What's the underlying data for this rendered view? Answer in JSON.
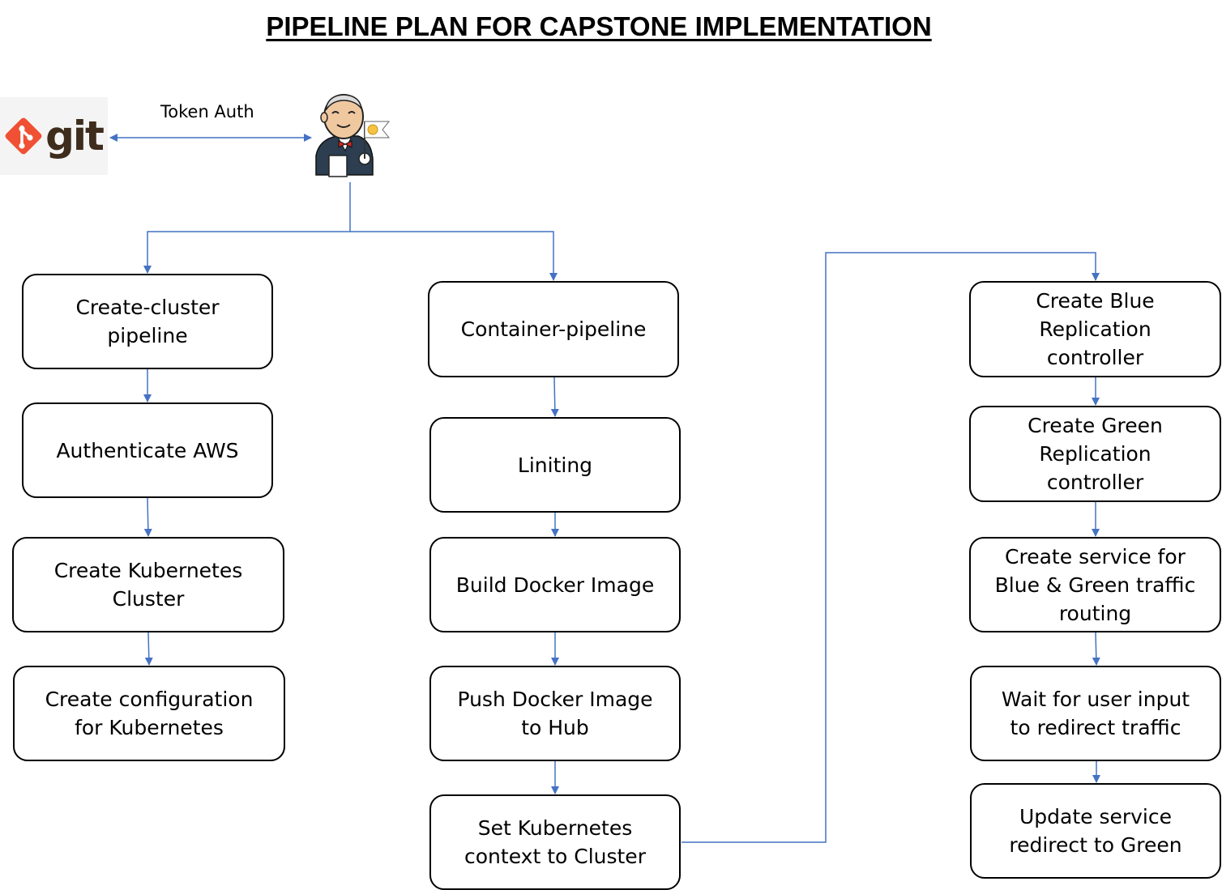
{
  "title": "PIPELINE PLAN FOR CAPSTONE IMPLEMENTATION",
  "git": {
    "logo_text": "git",
    "icon": "git-logo-icon"
  },
  "jenkins": {
    "icon": "jenkins-butler-icon"
  },
  "auth_label": "Token Auth",
  "colors": {
    "connector": "#4472c4",
    "box_border": "#000000",
    "git_orange": "#f05033"
  },
  "columns": {
    "cluster": [
      {
        "id": "create-cluster",
        "label": "Create-cluster\npipeline"
      },
      {
        "id": "authenticate-aws",
        "label": "Authenticate AWS"
      },
      {
        "id": "create-k8s-cluster",
        "label": "Create Kubernetes\nCluster"
      },
      {
        "id": "create-k8s-config",
        "label": "Create configuration\nfor Kubernetes"
      }
    ],
    "container": [
      {
        "id": "container-pipeline",
        "label": "Container-pipeline"
      },
      {
        "id": "liniting",
        "label": "Liniting"
      },
      {
        "id": "build-docker-image",
        "label": "Build Docker Image"
      },
      {
        "id": "push-docker-image",
        "label": "Push Docker Image\nto Hub"
      },
      {
        "id": "set-k8s-context",
        "label": "Set Kubernetes\ncontext to Cluster"
      }
    ],
    "deploy": [
      {
        "id": "create-blue-rc",
        "label": "Create Blue\nReplication\ncontroller"
      },
      {
        "id": "create-green-rc",
        "label": "Create Green\nReplication\ncontroller"
      },
      {
        "id": "create-service",
        "label": "Create service  for\nBlue & Green traffic\nrouting"
      },
      {
        "id": "wait-user-input",
        "label": "Wait for user input\nto redirect traffic"
      },
      {
        "id": "update-service",
        "label": "Update service\nredirect to Green"
      }
    ]
  }
}
